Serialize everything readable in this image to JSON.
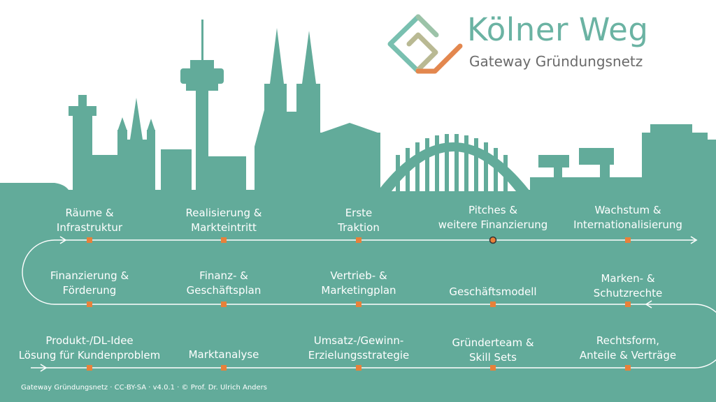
{
  "brand": {
    "title": "Kölner Weg",
    "subtitle": "Gateway Gründungsnetz"
  },
  "colors": {
    "background": "#ffffff",
    "skyline": "#62ab9a",
    "text": "#ffffff",
    "path_line": "#ffffff",
    "marker": "#e8813a",
    "current_marker": "#e8813a",
    "logo_teal": "#79c0b0",
    "logo_orange": "#e3874e",
    "brand_title": "#6bb3a3",
    "brand_subtitle": "#6a6a6a"
  },
  "rows": [
    {
      "direction": "right",
      "steps": [
        {
          "lines": [
            "Räume &",
            "Infrastruktur"
          ],
          "current": false
        },
        {
          "lines": [
            "Realisierung &",
            "Markteintritt"
          ],
          "current": false
        },
        {
          "lines": [
            "Erste",
            "Traktion"
          ],
          "current": false
        },
        {
          "lines": [
            "Pitches &",
            "weitere Finanzierung"
          ],
          "current": true
        },
        {
          "lines": [
            "Wachstum &",
            "Internationalisierung"
          ],
          "current": false
        }
      ]
    },
    {
      "direction": "left",
      "steps": [
        {
          "lines": [
            "Finanzierung &",
            "Förderung"
          ],
          "current": false
        },
        {
          "lines": [
            "Finanz- &",
            "Geschäftsplan"
          ],
          "current": false
        },
        {
          "lines": [
            "Vertrieb- &",
            "Marketingplan"
          ],
          "current": false
        },
        {
          "lines": [
            "Geschäftsmodell"
          ],
          "current": false
        },
        {
          "lines": [
            "Marken- &",
            "Schutzrechte"
          ],
          "current": false
        }
      ]
    },
    {
      "direction": "right",
      "steps": [
        {
          "lines": [
            "Produkt-/DL-Idee",
            "Lösung für Kundenproblem"
          ],
          "current": false
        },
        {
          "lines": [
            "Marktanalyse"
          ],
          "current": false
        },
        {
          "lines": [
            "Umsatz-/Gewinn-",
            "Erzielungsstrategie"
          ],
          "current": false
        },
        {
          "lines": [
            "Gründerteam &",
            "Skill Sets"
          ],
          "current": false
        },
        {
          "lines": [
            "Rechtsform,",
            "Anteile & Verträge"
          ],
          "current": false
        }
      ]
    }
  ],
  "footer": "Gateway Gründungsnetz · CC-BY-SA · v4.0.1 · © Prof. Dr. Ulrich Anders"
}
